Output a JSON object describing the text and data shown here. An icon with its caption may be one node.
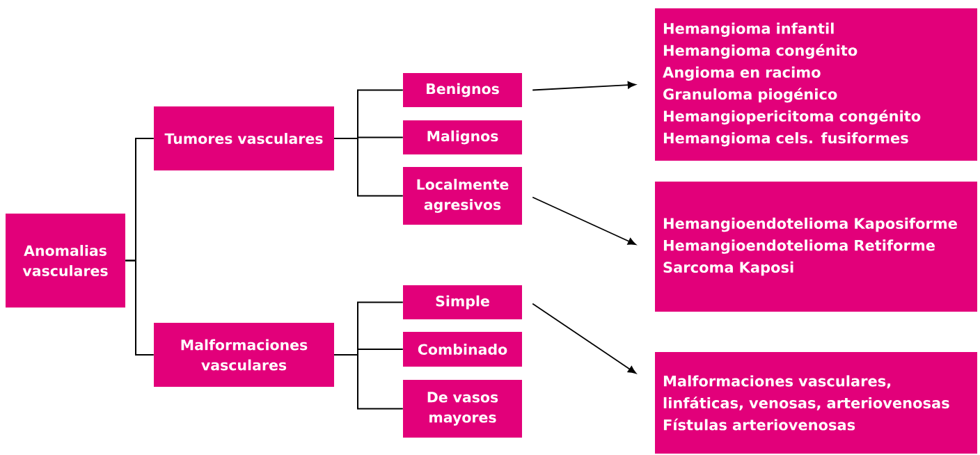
{
  "diagram": {
    "nodes": [
      {
        "text": [
          "Anomalias vasculares"
        ]
      },
      {
        "text": [
          "Tumores vasculares"
        ]
      },
      {
        "text": [
          "Malformaciones vasculares"
        ]
      },
      {
        "text": [
          "Benignos"
        ]
      },
      {
        "text": [
          "Malignos"
        ]
      },
      {
        "text": [
          "Localmente agresivos"
        ]
      },
      {
        "text": [
          "Simple"
        ]
      },
      {
        "text": [
          "Combinado"
        ]
      },
      {
        "text": [
          "De vasos mayores"
        ]
      },
      {
        "text": [
          "Hemangioma infantil",
          "Hemangioma congénito",
          "Angioma en racimo",
          "Granuloma piogénico",
          "Hemangiopericitoma congénito",
          "Hemangioma cels. fusiformes"
        ]
      },
      {
        "text": [
          "Hemangioendotelioma Kaposiforme",
          "Hemangioendotelioma Retiforme",
          "Sarcoma Kaposi"
        ]
      },
      {
        "text": [
          "Malformaciones vasculares, linfáticas, venosas, arteriovenosas",
          "Fístulas arteriovenosas"
        ]
      }
    ],
    "edges": [
      {
        "from": 0,
        "to": 1,
        "arrow": "none"
      },
      {
        "from": 0,
        "to": 2,
        "arrow": "none"
      },
      {
        "from": 1,
        "to": 3,
        "arrow": "none"
      },
      {
        "from": 1,
        "to": 4,
        "arrow": "none"
      },
      {
        "from": 1,
        "to": 5,
        "arrow": "none"
      },
      {
        "from": 2,
        "to": 6,
        "arrow": "none"
      },
      {
        "from": 2,
        "to": 7,
        "arrow": "none"
      },
      {
        "from": 2,
        "to": 8,
        "arrow": "none"
      },
      {
        "from": 3,
        "to": 9,
        "arrow": "to"
      },
      {
        "from": 5,
        "to": 10,
        "arrow": "to"
      },
      {
        "from": 6,
        "to": 11,
        "arrow": "to"
      }
    ]
  }
}
